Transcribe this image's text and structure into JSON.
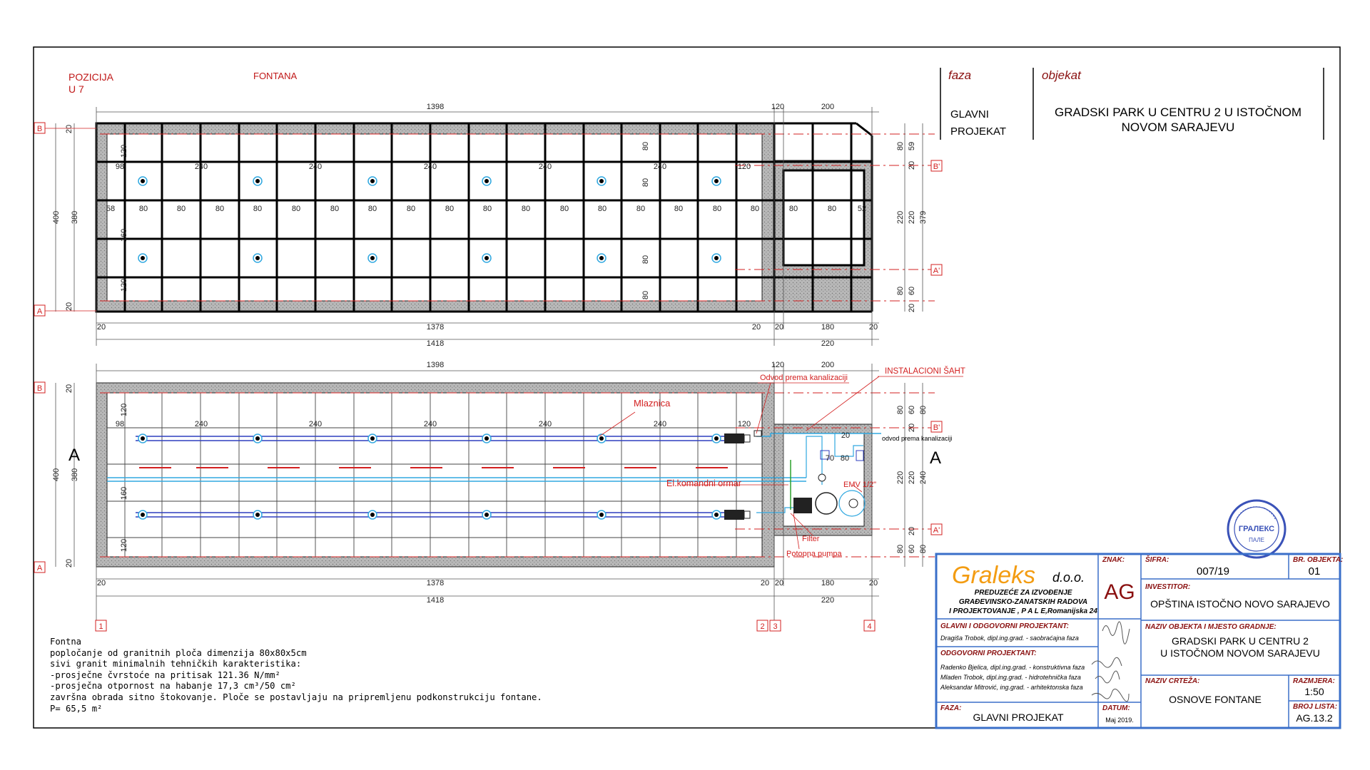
{
  "header": {
    "pozicija_line1": "POZICIJA",
    "pozicija_line2": "U 7",
    "title": "FONTANA",
    "faza_label": "faza",
    "faza_value_line1": "GLAVNI",
    "faza_value_line2": "PROJEKAT",
    "objekat_label": "objekat",
    "objekat_line1": "GRADSKI PARK U CENTRU 2 U ISTOČNOM",
    "objekat_line2": "NOVOM SARAJEVU"
  },
  "plan_top": {
    "dims": {
      "top_main": "1398",
      "top_gap": "120",
      "top_right": "200",
      "bottom_a": "20",
      "bottom_main": "1378",
      "bottom_b": "20",
      "bottom_c": "20",
      "bottom_right": "180",
      "bottom_d": "20",
      "total_main": "1418",
      "total_right": "220",
      "left_outer": "400",
      "left_inner": "380",
      "left_top": "20",
      "left_bottom": "20",
      "row_120a": "120",
      "row_160": "160",
      "row_120b": "120",
      "col_98": "98",
      "col_240": "240",
      "col_120": "120",
      "col_58": "58",
      "col_80": "80",
      "col_52": "52",
      "right_80": "80",
      "right_59": "59",
      "right_20": "20",
      "right_220": "220",
      "right_60": "60",
      "right_379": "379"
    },
    "axis_b": "B",
    "axis_a": "A",
    "axis_b2": "B'",
    "axis_a2": "A'"
  },
  "plan_bottom": {
    "dims": {
      "top_main": "1398",
      "top_gap": "120",
      "top_right": "200",
      "bottom_a": "20",
      "bottom_main": "1378",
      "bottom_b": "20",
      "bottom_c": "20",
      "bottom_right": "180",
      "bottom_d": "20",
      "total_main": "1418",
      "total_right": "220",
      "left_outer": "400",
      "left_inner": "380",
      "left_top": "20",
      "left_bottom": "20",
      "row_120a": "120",
      "row_160": "160",
      "row_120b": "120",
      "col_98": "98",
      "col_240": "240",
      "col_120": "120",
      "right_80": "80",
      "right_60": "60",
      "right_20": "20",
      "right_220": "220",
      "right_240": "240",
      "shaft_20": "20",
      "shaft_70": "70",
      "shaft_80": "80"
    },
    "axis_b": "B",
    "axis_a": "A",
    "axis_b2": "B'",
    "axis_a2": "A'",
    "section_left": "A",
    "section_right": "A",
    "labels": {
      "odvod_top": "Odvod prema kanalizaciji",
      "instalacioni": "INSTALACIONI ŠAHT",
      "mlaznica": "Mlaznica",
      "odvod_right": "odvod prema kanalizaciji",
      "el_ormar": "El.komandni ormar",
      "emv": "EMV 1/2\"",
      "filter": "Filter",
      "pumpa": "Potopna pumpa"
    },
    "grid_axes": [
      "1",
      "2",
      "3",
      "4"
    ]
  },
  "notes": [
    "Fontna",
    "popločanje od granitnih ploča  dimenzija 80x80x5cm",
    "sivi granit minimalnih tehničkih karakteristika:",
    "-prosječne čvrstoće na pritisak 121.36 N/mm²",
    "-prosječna otpornost na habanje 17,3 cm³/50 cm²",
    "završna obrada sitno štokovanje. Ploče se postavljaju na pripremljenu podkonstrukciju fontane.",
    "P= 65,5 m²"
  ],
  "stamp": {
    "text_top": "ГРАЛЕКС",
    "text_bottom": "ПАЛЕ"
  },
  "title_block": {
    "company_name": "Graleks",
    "company_suffix": "d.o.o.",
    "company_line1": "PREDUZEĆE ZA IZVOĐENJE",
    "company_line2": "GRAĐEVINSKO-ZANATSKIH RADOVA",
    "company_line3": "I PROJEKTOVANJE , P A L E,Romanijska 24",
    "znak_label": "ZNAK:",
    "znak_value": "AG",
    "sifra_label": "ŠIFRA:",
    "sifra_value": "007/19",
    "br_objekta_label": "BR. OBJEKTA:",
    "br_objekta_value": "01",
    "investitor_label": "INVESTITOR:",
    "investitor_value": "OPŠTINA ISTOČNO NOVO SARAJEVO",
    "glavni_label": "GLAVNI I ODGOVORNI PROJEKTANT:",
    "glavni_value": "Dragiša Trobok, dipl.ing.grad. - saobraćajna faza",
    "odgovorni_label": "ODGOVORNI PROJEKTANT:",
    "odgovorni_1": "Radenko Bjelica, dipl.ing.grad. - konstruktivna faza",
    "odgovorni_2": "Mladen Trobok, dipl.ing.grad. - hidrotehnička faza",
    "odgovorni_3": "Aleksandar Mitrović, ing.grad. - arhitektonska faza",
    "naziv_objekta_label": "NAZIV OBJEKTA I MJESTO GRADNJE:",
    "naziv_objekta_line1": "GRADSKI PARK U CENTRU 2",
    "naziv_objekta_line2": "U ISTOČNOM NOVOM SARAJEVU",
    "naziv_crteza_label": "NAZIV CRTEŽA:",
    "naziv_crteza_value": "OSNOVE FONTANE",
    "razmjera_label": "RAZMJERA:",
    "razmjera_value": "1:50",
    "faza_label": "FAZA:",
    "faza_value": "GLAVNI  PROJEKAT",
    "datum_label": "DATUM:",
    "datum_value": "Maj 2019.",
    "broj_lista_label": "BROJ LISTA:",
    "broj_lista_value": "AG.13.2"
  },
  "colors": {
    "red": "#d32020",
    "dark_red": "#8a1010",
    "blue": "#2f3fbf",
    "cyan": "#30a8e0",
    "graleks_orange": "#f39c12",
    "stamp_blue": "#3a52b8"
  }
}
